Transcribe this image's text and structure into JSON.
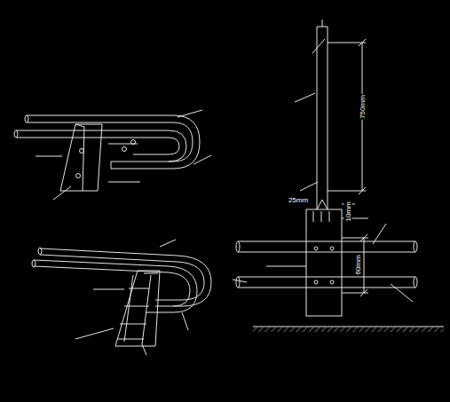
{
  "diagram": {
    "labels": [
      "750mm",
      "25mm",
      "10mm",
      "60mm"
    ]
  }
}
